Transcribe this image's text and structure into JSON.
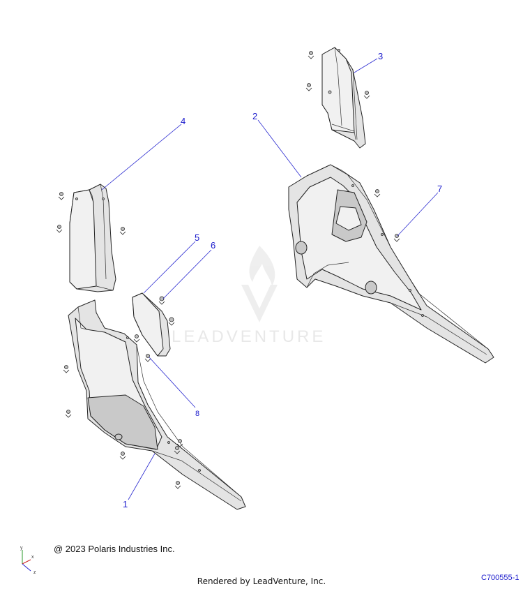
{
  "callouts": [
    {
      "num": "1"
    },
    {
      "num": "2"
    },
    {
      "num": "3"
    },
    {
      "num": "4"
    },
    {
      "num": "5"
    },
    {
      "num": "6"
    },
    {
      "num": "7"
    },
    {
      "num": "8"
    }
  ],
  "watermark": {
    "text": "LEADVENTURE",
    "logo_icon": "flame-v-logo-icon"
  },
  "footer": {
    "copyright": "@ 2023 Polaris Industries Inc.",
    "rendered_by": "Rendered by LeadVenture, Inc.",
    "diagram_id": "C700555-1"
  },
  "axis_triad": {
    "x": "x",
    "y": "y",
    "z": "z"
  },
  "colors": {
    "callout": "#1a1acc",
    "line": "#222222",
    "part_fill": "#e4e4e4"
  }
}
